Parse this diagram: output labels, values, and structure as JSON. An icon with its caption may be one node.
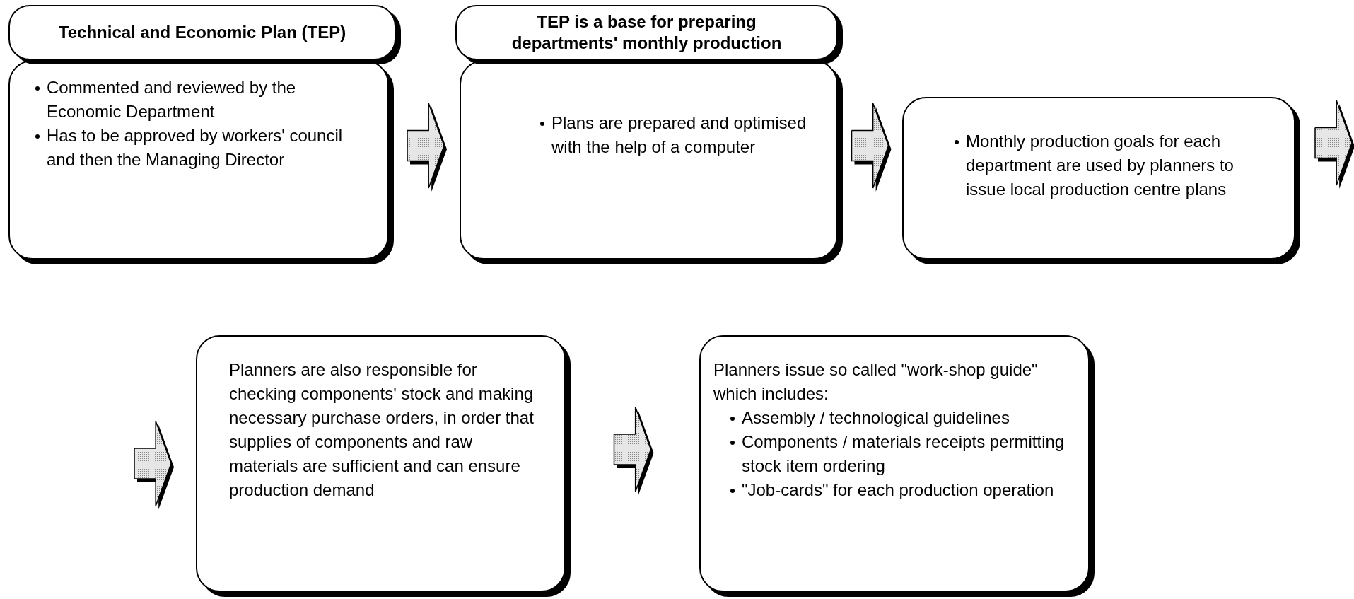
{
  "diagram": {
    "nodes": [
      {
        "text": [
          "Technical and Economic Plan (TEP)",
          "Commented and reviewed by the Economic Department",
          "Has to be approved by workers' council and then the Managing Director"
        ]
      },
      {
        "text": [
          "TEP is a base for preparing departments' monthly production",
          "Plans are prepared and optimised with the help of a computer"
        ]
      },
      {
        "text": [
          "Monthly production goals for each department are used by planners to issue local production centre plans"
        ]
      },
      {
        "text": [
          "Planners are also responsible for checking components' stock and making necessary purchase orders, in order that supplies of components and raw materials are sufficient and can ensure production demand"
        ]
      },
      {
        "text": [
          "Planners issue so called \"work-shop guide\" which includes:",
          "Assembly / technological guidelines",
          "Components / materials receipts permitting stock item ordering",
          "\"Job-cards\" for each production operation"
        ]
      }
    ],
    "edges": [
      {
        "from": 0,
        "to": 1,
        "arrow": "to"
      },
      {
        "from": 1,
        "to": 2,
        "arrow": "to"
      },
      {
        "from": 2,
        "to": null,
        "arrow": "to"
      },
      {
        "from": null,
        "to": 3,
        "arrow": "to"
      },
      {
        "from": 3,
        "to": 4,
        "arrow": "to"
      }
    ]
  }
}
